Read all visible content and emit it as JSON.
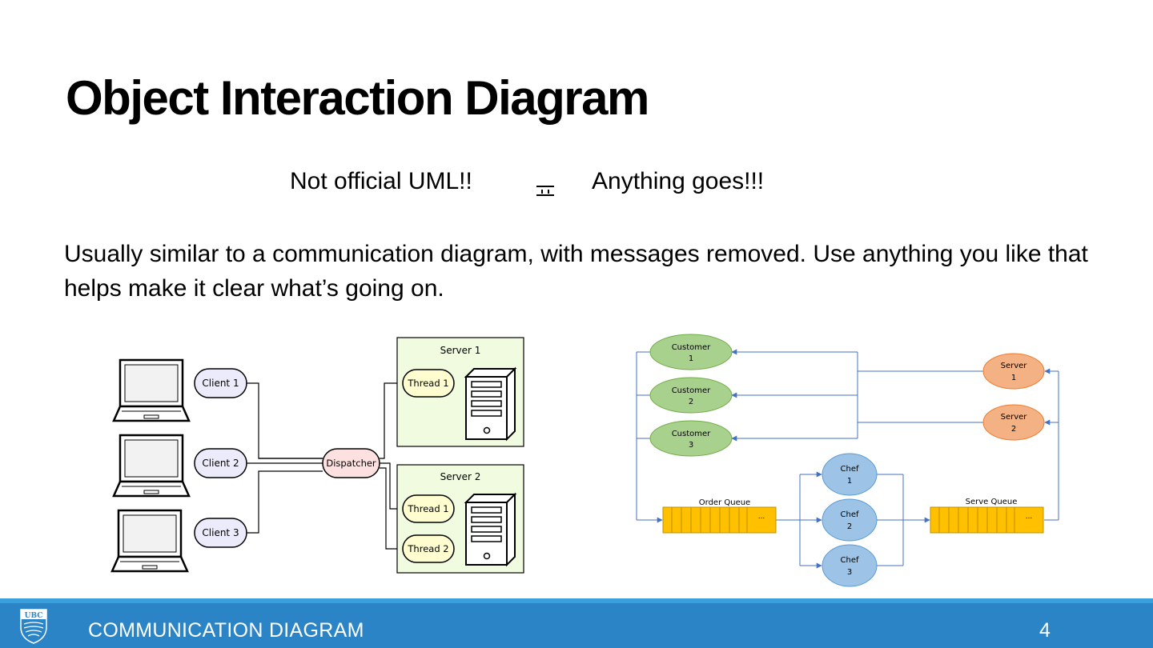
{
  "slide": {
    "title": "Object Interaction Diagram",
    "tagline_left": "Not official UML!!",
    "tagline_right": "Anything goes!!!",
    "body": "Usually similar to a communication diagram, with messages removed.  Use anything you like that helps make it clear what’s going on."
  },
  "left_diagram": {
    "clients": [
      "Client 1",
      "Client 2",
      "Client 3"
    ],
    "dispatcher": "Dispatcher",
    "server1": {
      "title": "Server 1",
      "threads": [
        "Thread 1"
      ]
    },
    "server2": {
      "title": "Server 2",
      "threads": [
        "Thread 1",
        "Thread 2"
      ]
    }
  },
  "right_diagram": {
    "customers": [
      {
        "line1": "Customer",
        "line2": "1"
      },
      {
        "line1": "Customer",
        "line2": "2"
      },
      {
        "line1": "Customer",
        "line2": "3"
      }
    ],
    "servers": [
      {
        "line1": "Server",
        "line2": "1"
      },
      {
        "line1": "Server",
        "line2": "2"
      }
    ],
    "chefs": [
      {
        "line1": "Chef",
        "line2": "1"
      },
      {
        "line1": "Chef",
        "line2": "2"
      },
      {
        "line1": "Chef",
        "line2": "3"
      }
    ],
    "order_queue": {
      "label": "Order Queue",
      "ellipsis": "..."
    },
    "serve_queue": {
      "label": "Serve Queue",
      "ellipsis": "..."
    }
  },
  "footer": {
    "title": "COMMUNICATION DIAGRAM",
    "page_number": "4",
    "logo_text": "UBC"
  },
  "colors": {
    "footer_bg": "#2a84c6",
    "customer_fill": "#a9d18e",
    "server_fill": "#f4b183",
    "chef_fill": "#9dc3e6",
    "queue_fill": "#ffc000",
    "server_box_fill": "#f0fbe0",
    "client_fill": "#ecebfb",
    "thread_fill": "#fefdd0",
    "dispatcher_fill": "#fde0e0"
  }
}
